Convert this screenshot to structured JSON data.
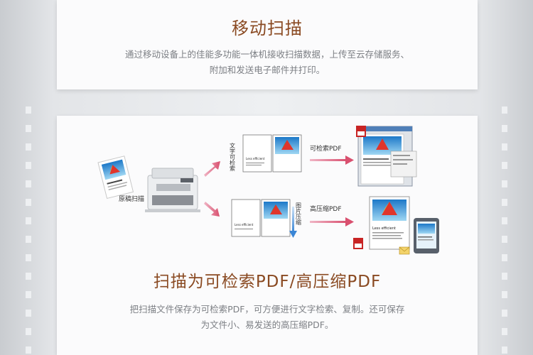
{
  "section1": {
    "title": "移动扫描",
    "desc_line1": "通过移动设备上的佳能多功能一体机接收扫描数据，上传至云存储服务、",
    "desc_line2": "附加和发送电子邮件并打印。"
  },
  "diagram": {
    "source_label": "原稿扫描",
    "vertical_text_top": "文字可检索",
    "vertical_text_bottom": "图片压缩",
    "searchable_label": "可检索PDF",
    "compressed_label": "高压缩PDF",
    "doc_heading": "Less efficient"
  },
  "section2": {
    "title": "扫描为可检索PDF/高压缩PDF",
    "desc_line1": "把扫描文件保存为可检索PDF，可方便进行文字检索、复制。还可保存",
    "desc_line2": "为文件小、易发送的高压缩PDF。"
  }
}
